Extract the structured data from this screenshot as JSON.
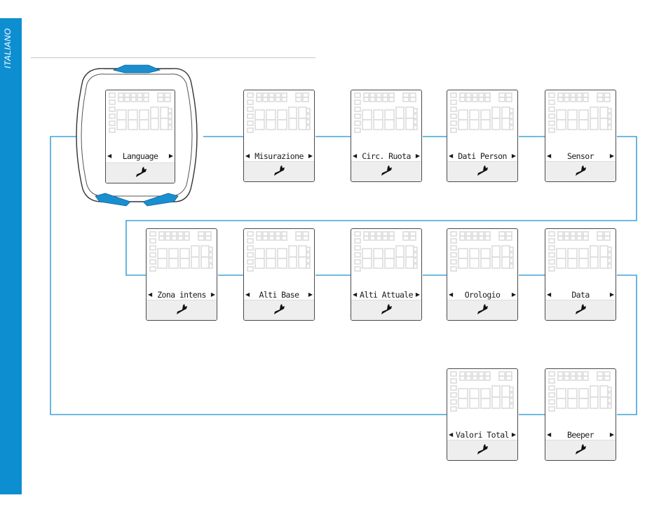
{
  "side_tab": {
    "label": "ITALIANO"
  },
  "colors": {
    "accent": "#0d8ed0",
    "line": "#1790d2",
    "ghost": "#dcdcdc"
  },
  "device": {
    "label": "Language"
  },
  "screens": [
    {
      "label": "Misurazione"
    },
    {
      "label": "Circ. Ruota"
    },
    {
      "label": "Dati Person"
    },
    {
      "label": "Sensor"
    },
    {
      "label": "Zona intens"
    },
    {
      "label": "Alti Base"
    },
    {
      "label": "Alti Attuale"
    },
    {
      "label": "Orologio"
    },
    {
      "label": "Data"
    },
    {
      "label": "Valori Total"
    },
    {
      "label": "Beeper"
    }
  ],
  "icons": {
    "settings": "wrench-icon",
    "left": "arrow-left-icon",
    "right": "arrow-right-icon"
  }
}
